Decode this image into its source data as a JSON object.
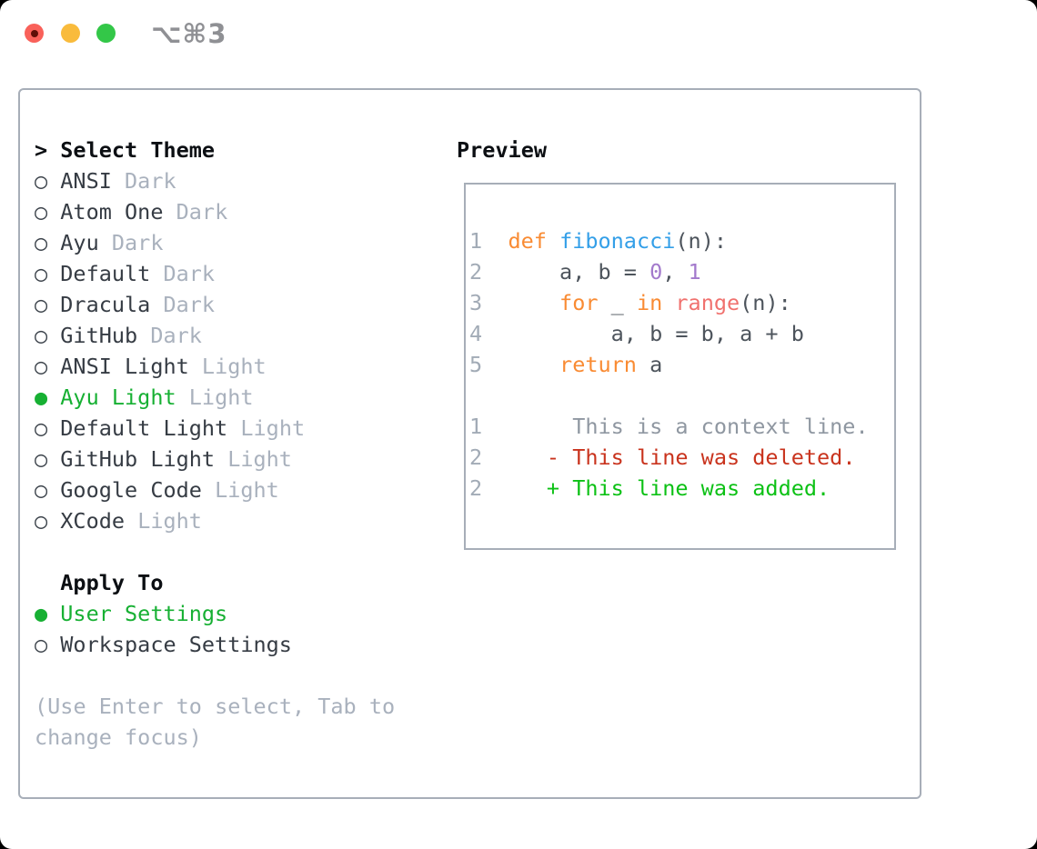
{
  "window": {
    "titlebar": {
      "shortcut_label": "⌥⌘3",
      "traffic_lights": [
        {
          "name": "close",
          "color": "#f9615a"
        },
        {
          "name": "minimize",
          "color": "#f9bb3c"
        },
        {
          "name": "zoom",
          "color": "#33c748"
        }
      ]
    }
  },
  "theme_picker": {
    "header": {
      "caret": ">",
      "label": "Select Theme"
    },
    "glyphs": {
      "selected": "●",
      "unselected": "○"
    },
    "items": [
      {
        "name": "ANSI",
        "variant": "Dark",
        "selected": false
      },
      {
        "name": "Atom One",
        "variant": "Dark",
        "selected": false
      },
      {
        "name": "Ayu",
        "variant": "Dark",
        "selected": false
      },
      {
        "name": "Default",
        "variant": "Dark",
        "selected": false
      },
      {
        "name": "Dracula",
        "variant": "Dark",
        "selected": false
      },
      {
        "name": "GitHub",
        "variant": "Dark",
        "selected": false
      },
      {
        "name": "ANSI Light",
        "variant": "Light",
        "selected": false
      },
      {
        "name": "Ayu Light",
        "variant": "Light",
        "selected": true
      },
      {
        "name": "Default Light",
        "variant": "Light",
        "selected": false
      },
      {
        "name": "GitHub Light",
        "variant": "Light",
        "selected": false
      },
      {
        "name": "Google Code",
        "variant": "Light",
        "selected": false
      },
      {
        "name": "XCode",
        "variant": "Light",
        "selected": false
      }
    ],
    "apply_to": {
      "label": "Apply To",
      "options": [
        {
          "label": "User Settings",
          "selected": true
        },
        {
          "label": "Workspace Settings",
          "selected": false
        }
      ]
    },
    "hint": "(Use Enter to select, Tab to change focus)"
  },
  "preview": {
    "label": "Preview",
    "lines": [
      {
        "segs": [
          [
            "1  ",
            "ln"
          ],
          [
            "def",
            "kw"
          ],
          [
            " ",
            "fg"
          ],
          [
            "fibonacci",
            "fn"
          ],
          [
            "(n):",
            "fg"
          ]
        ]
      },
      {
        "segs": [
          [
            "2  ",
            "ln"
          ],
          [
            "    a, b = ",
            "fg"
          ],
          [
            "0",
            "num"
          ],
          [
            ", ",
            "fg"
          ],
          [
            "1",
            "num"
          ]
        ]
      },
      {
        "segs": [
          [
            "3  ",
            "ln"
          ],
          [
            "    ",
            "fg"
          ],
          [
            "for",
            "kw"
          ],
          [
            " _ ",
            "fg"
          ],
          [
            "in",
            "kw"
          ],
          [
            " ",
            "fg"
          ],
          [
            "range",
            "call"
          ],
          [
            "(n):",
            "fg"
          ]
        ]
      },
      {
        "segs": [
          [
            "4  ",
            "ln"
          ],
          [
            "        a, b = b, a + b",
            "fg"
          ]
        ]
      },
      {
        "segs": [
          [
            "5  ",
            "ln"
          ],
          [
            "    ",
            "fg"
          ],
          [
            "return",
            "kw"
          ],
          [
            " a",
            "fg"
          ]
        ]
      },
      {
        "segs": []
      },
      {
        "segs": [
          [
            "1  ",
            "ln"
          ],
          [
            "     This is a context line.",
            "ctx"
          ]
        ]
      },
      {
        "segs": [
          [
            "2  ",
            "ln"
          ],
          [
            "   ",
            "fg"
          ],
          [
            "- This line was deleted.",
            "del"
          ]
        ]
      },
      {
        "segs": [
          [
            "2  ",
            "ln"
          ],
          [
            "   ",
            "fg"
          ],
          [
            "+ This line was added.",
            "add"
          ]
        ]
      }
    ]
  },
  "colors": {
    "selection_green": "#17b033",
    "diff_added": "#0cc115",
    "diff_deleted": "#c9331d",
    "diff_context": "#8f97a1",
    "keyword_orange": "#f98b33",
    "function_blue": "#339fe8",
    "number_purple": "#a37acc",
    "call_coral": "#f0716e",
    "code_foreground": "#4d545c",
    "line_number_gray": "#a2abb6",
    "muted_label_gray": "#a9b1bd",
    "panel_border_gray": "#a7aeb8"
  }
}
